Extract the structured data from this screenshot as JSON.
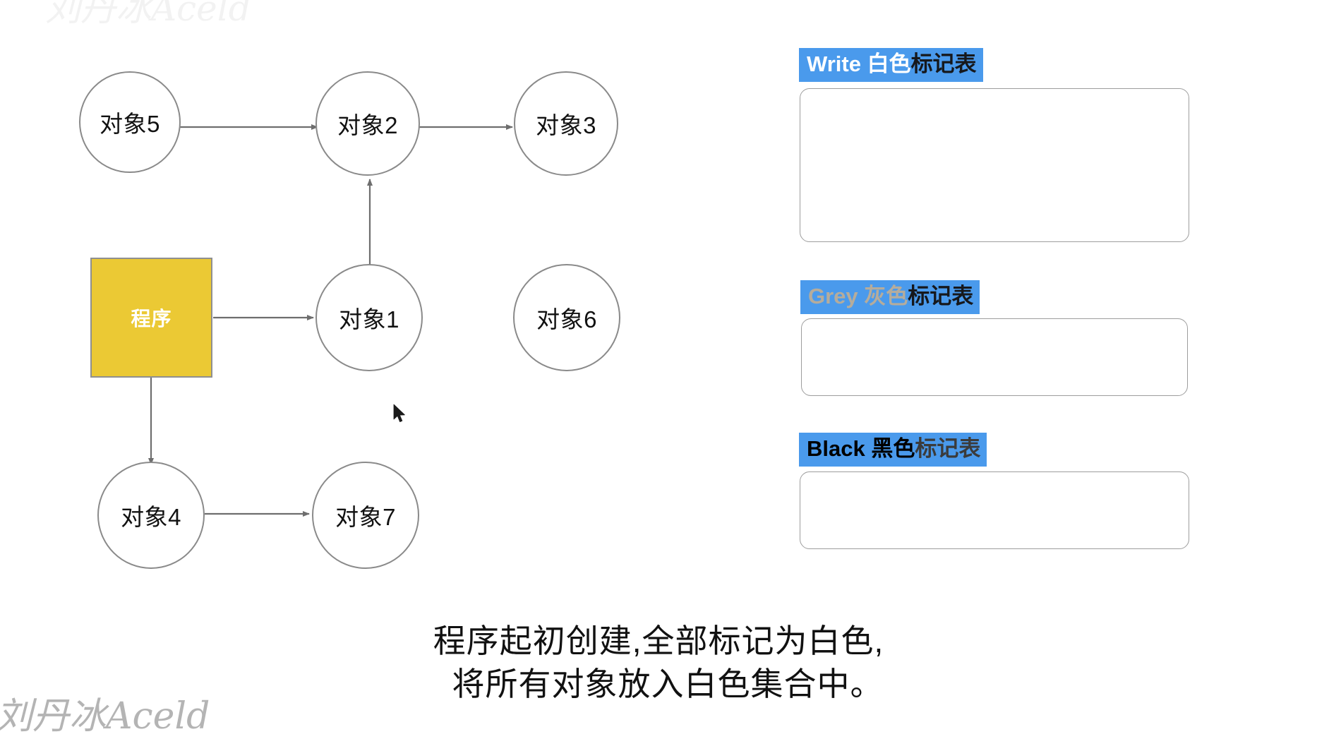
{
  "graph": {
    "program": {
      "label": "程序",
      "fill": "#ebc934",
      "text_color": "#ffffff"
    },
    "nodes": [
      {
        "id": "obj5",
        "label": "对象5"
      },
      {
        "id": "obj2",
        "label": "对象2"
      },
      {
        "id": "obj3",
        "label": "对象3"
      },
      {
        "id": "obj1",
        "label": "对象1"
      },
      {
        "id": "obj6",
        "label": "对象6"
      },
      {
        "id": "obj4",
        "label": "对象4"
      },
      {
        "id": "obj7",
        "label": "对象7"
      }
    ],
    "edges": [
      {
        "from": "obj5",
        "to": "obj2"
      },
      {
        "from": "obj2",
        "to": "obj3"
      },
      {
        "from": "obj1",
        "to": "obj2"
      },
      {
        "from": "program",
        "to": "obj1"
      },
      {
        "from": "program",
        "to": "obj4"
      },
      {
        "from": "obj4",
        "to": "obj7"
      }
    ]
  },
  "mark_tables": [
    {
      "id": "white",
      "label_en": "Write ",
      "label_color_word": "白色",
      "label_suffix": "标记表",
      "highlight_color": "#4a9aec",
      "word_color": "#ffffff",
      "items": []
    },
    {
      "id": "grey",
      "label_en": "Grey ",
      "label_color_word": "灰色",
      "label_suffix": "标记表",
      "highlight_color": "#4a9aec",
      "word_color": "#b5ac9c",
      "items": []
    },
    {
      "id": "black",
      "label_en": "Black ",
      "label_color_word": "黑色",
      "label_suffix": "标记表",
      "highlight_color": "#4a9aec",
      "word_color": "#000000",
      "items": []
    }
  ],
  "caption": {
    "line1": "程序起初创建,全部标记为白色,",
    "line2": "将所有对象放入白色集合中。"
  },
  "watermark": {
    "bottom": "刘丹冰Aceld",
    "top": "刘丹冰Aceld"
  }
}
